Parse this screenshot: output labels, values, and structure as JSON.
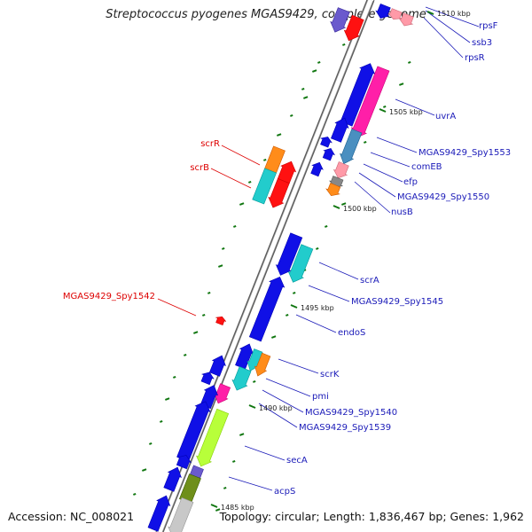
{
  "title": "Streptococcus pyogenes MGAS9429, complete genome",
  "accession": "Accession: NC_008021",
  "summary": "Topology: circular; Length: 1,836,467 bp; Genes: 1,962",
  "colors": {
    "label_right": "#1a1ab8",
    "label_left": "#dd0000",
    "backbone": "#888888",
    "gc_dots": "#117711"
  },
  "kbp_ticks": [
    "1510 kbp",
    "1505 kbp",
    "1500 kbp",
    "1495 kbp",
    "1490 kbp",
    "1485 kbp"
  ],
  "genes_right": [
    "rpsF",
    "ssb3",
    "rpsR",
    "uvrA",
    "MGAS9429_Spy1553",
    "comEB",
    "efp",
    "MGAS9429_Spy1550",
    "nusB",
    "scrA",
    "MGAS9429_Spy1545",
    "endoS",
    "scrK",
    "pmi",
    "MGAS9429_Spy1540",
    "MGAS9429_Spy1539",
    "secA",
    "acpS"
  ],
  "genes_left": [
    "scrR",
    "scrB",
    "MGAS9429_Spy1542"
  ]
}
